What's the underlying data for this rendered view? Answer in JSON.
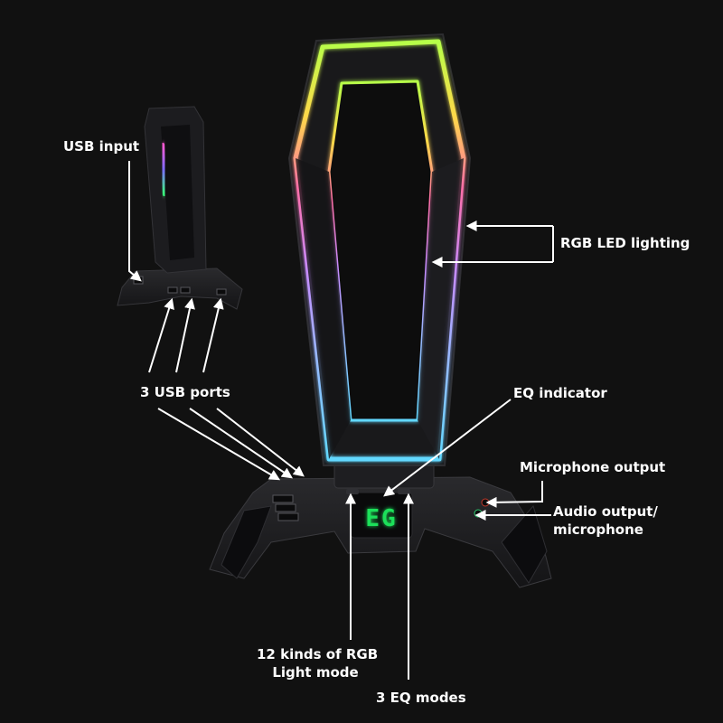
{
  "colors": {
    "background": "#111111",
    "product_body": "#1b1b1d",
    "led_display": "#1fe05a",
    "arrow": "#ffffff"
  },
  "annotations": {
    "usb_input": "USB input",
    "rgb_led_lighting": "RGB LED lighting",
    "usb_ports": "3 USB ports",
    "eq_indicator": "EQ indicator",
    "microphone_output": "Microphone output",
    "audio_output_line1": "Audio output/",
    "audio_output_line2": "microphone",
    "rgb_modes_line1": "12 kinds of RGB",
    "rgb_modes_line2": "Light mode",
    "eq_modes": "3 EQ modes"
  },
  "display_readout": "EG"
}
